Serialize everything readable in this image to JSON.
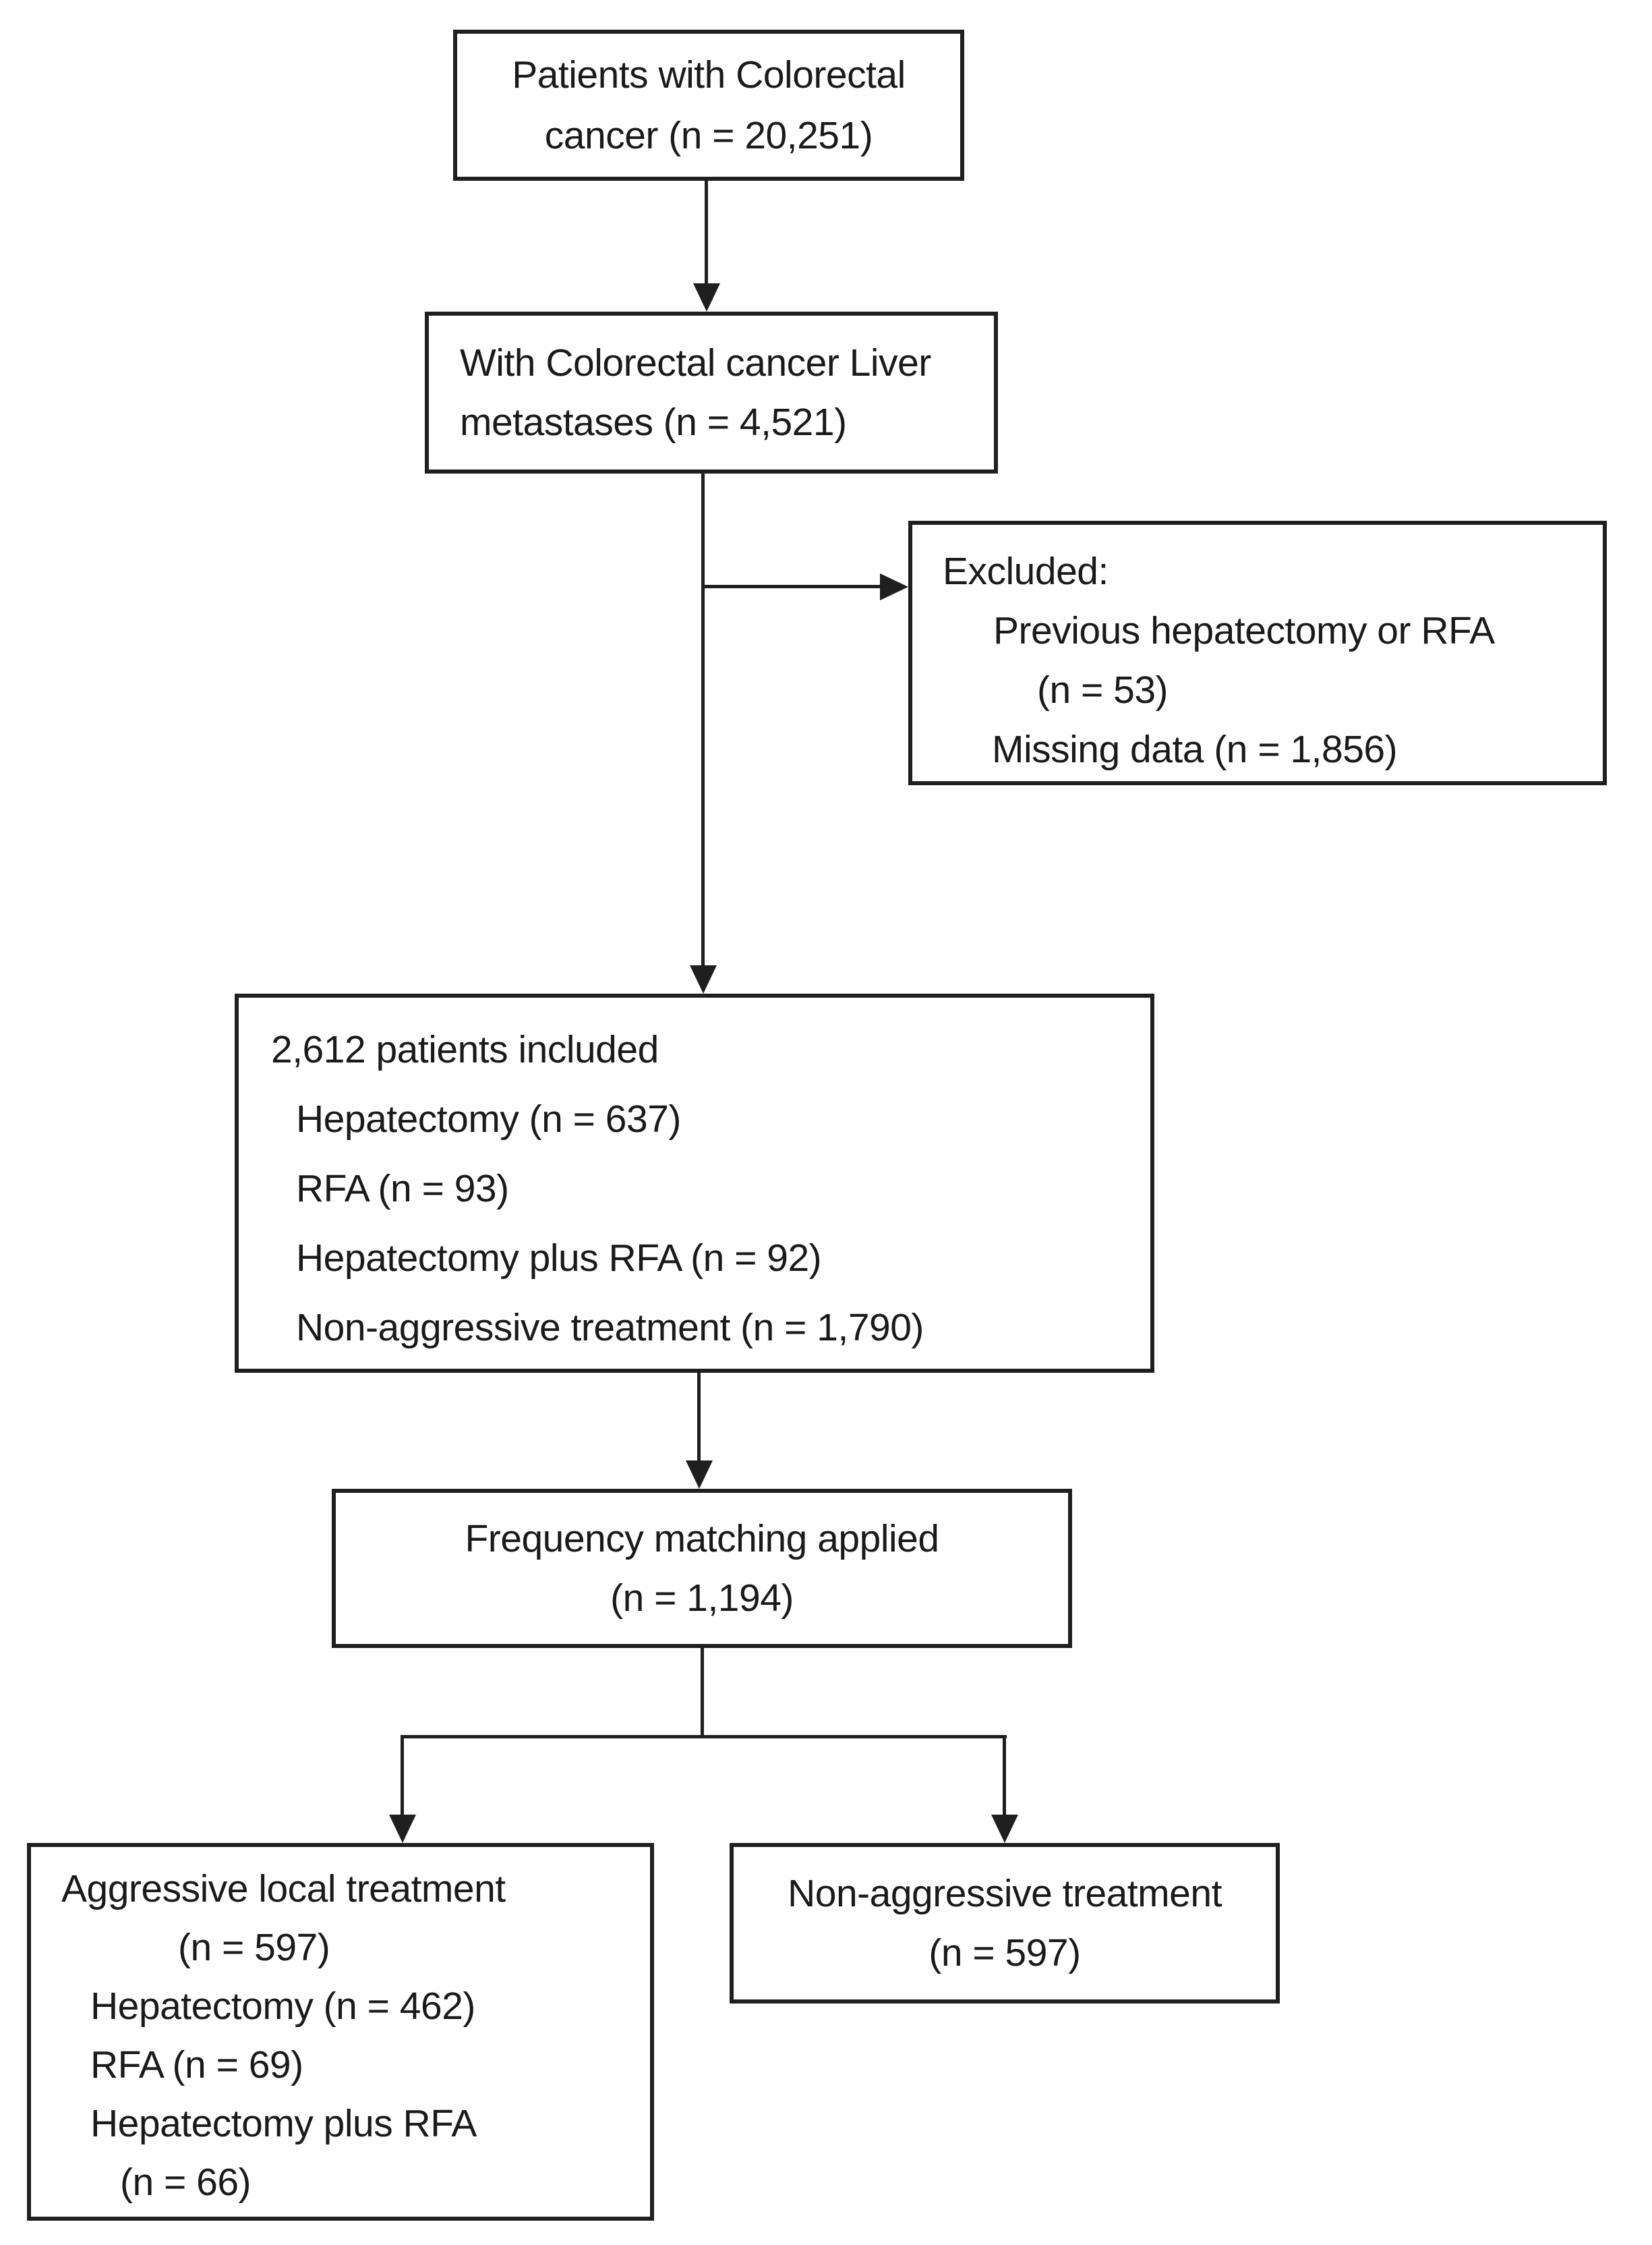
{
  "flowchart": {
    "patients": {
      "lines": [
        "Patients with Colorectal",
        "cancer (n = 20,251)"
      ]
    },
    "liver_metastases": {
      "lines": [
        "With Colorectal cancer Liver",
        "metastases (n = 4,521)"
      ]
    },
    "excluded": {
      "lines": [
        "Excluded:",
        "Previous hepatectomy or RFA",
        "(n = 53)",
        "Missing data (n = 1,856)"
      ]
    },
    "included": {
      "lines": [
        "2,612 patients included",
        "Hepatectomy (n = 637)",
        "RFA (n = 93)",
        "Hepatectomy plus RFA (n = 92)",
        "Non-aggressive treatment (n = 1,790)"
      ]
    },
    "matching": {
      "lines": [
        "Frequency matching applied",
        "(n = 1,194)"
      ]
    },
    "aggressive": {
      "lines": [
        "Aggressive local treatment",
        "(n = 597)",
        "Hepatectomy (n = 462)",
        "RFA (n = 69)",
        "Hepatectomy plus RFA",
        "(n = 66)"
      ]
    },
    "non_aggressive": {
      "lines": [
        "Non-aggressive treatment",
        "(n = 597)"
      ]
    },
    "colors": {
      "stroke": "#1f1f1f",
      "text": "#1a1a1a",
      "background": "#ffffff"
    }
  }
}
